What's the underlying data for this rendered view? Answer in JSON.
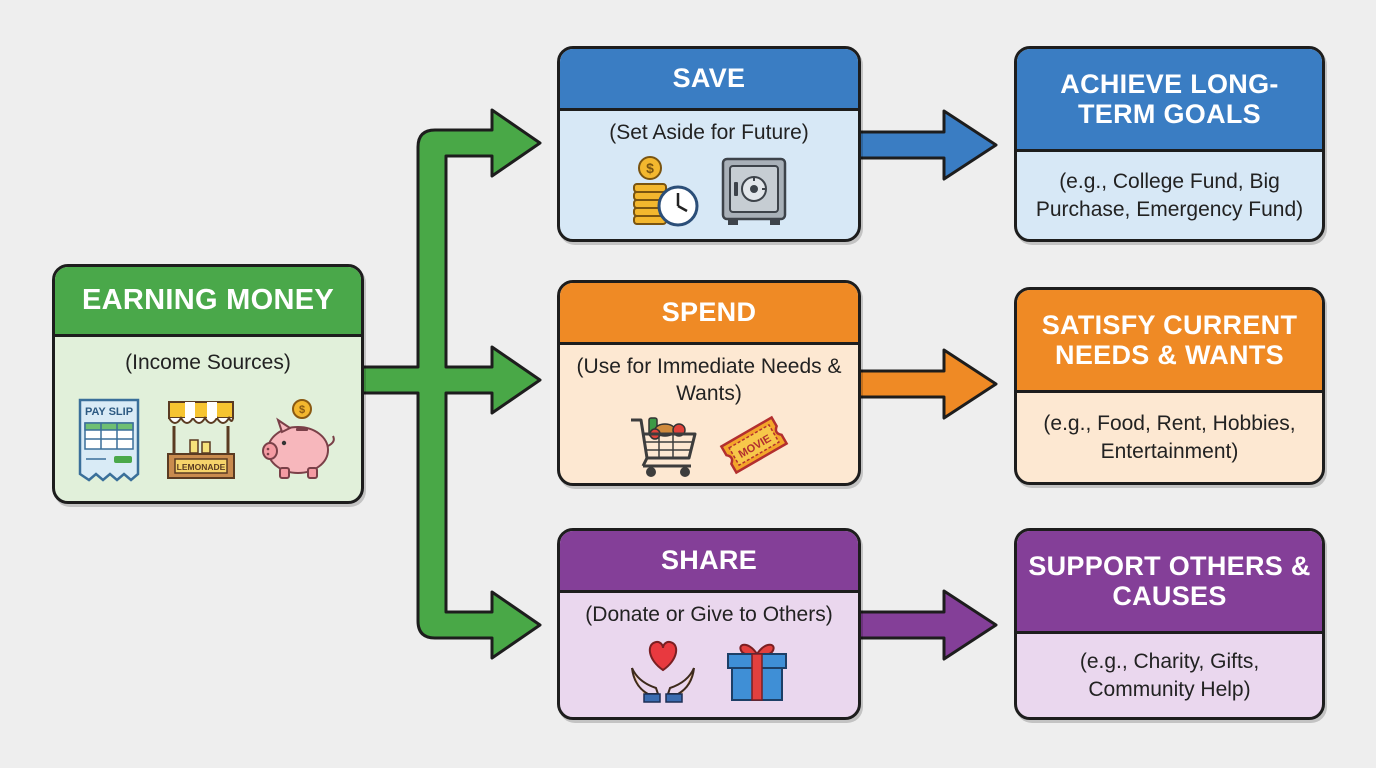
{
  "nodes": {
    "earn": {
      "title": "EARNING MONEY",
      "subtitle": "(Income Sources)",
      "icon_text": {
        "payslip": "PAY SLIP",
        "stand": "LEMONADE"
      }
    },
    "save": {
      "title": "SAVE",
      "subtitle": "(Set Aside for Future)"
    },
    "spend": {
      "title": "SPEND",
      "subtitle": "(Use for Immediate Needs & Wants)",
      "icon_text": {
        "ticket": "MOVIE"
      }
    },
    "share": {
      "title": "SHARE",
      "subtitle": "(Donate or Give to Others)"
    },
    "goal": {
      "title": "ACHIEVE LONG-TERM GOALS",
      "subtitle": "(e.g., College Fund, Big Purchase, Emergency Fund)"
    },
    "needs": {
      "title": "SATISFY CURRENT NEEDS & WANTS",
      "subtitle": "(e.g., Food, Rent, Hobbies, Entertainment)"
    },
    "support": {
      "title": "SUPPORT OTHERS & CAUSES",
      "subtitle": "(e.g., Charity, Gifts, Community Help)"
    }
  },
  "edges": [
    {
      "from": "earn",
      "to": "save"
    },
    {
      "from": "earn",
      "to": "spend"
    },
    {
      "from": "earn",
      "to": "share"
    },
    {
      "from": "save",
      "to": "goal"
    },
    {
      "from": "spend",
      "to": "needs"
    },
    {
      "from": "share",
      "to": "support"
    }
  ],
  "colors": {
    "earn": "#4aa84a",
    "save": "#3a7dc3",
    "spend": "#ef8a25",
    "share": "#843f98",
    "earn_bg": "#e1f0da",
    "save_bg": "#d7e8f6",
    "spend_bg": "#fde8d2",
    "share_bg": "#ead7ee"
  },
  "icons": {
    "earn": [
      "pay-slip-icon",
      "lemonade-stand-icon",
      "piggy-bank-icon"
    ],
    "save": [
      "coins-clock-icon",
      "safe-icon"
    ],
    "spend": [
      "shopping-cart-icon",
      "movie-ticket-icon"
    ],
    "share": [
      "heart-hands-icon",
      "gift-icon"
    ]
  }
}
